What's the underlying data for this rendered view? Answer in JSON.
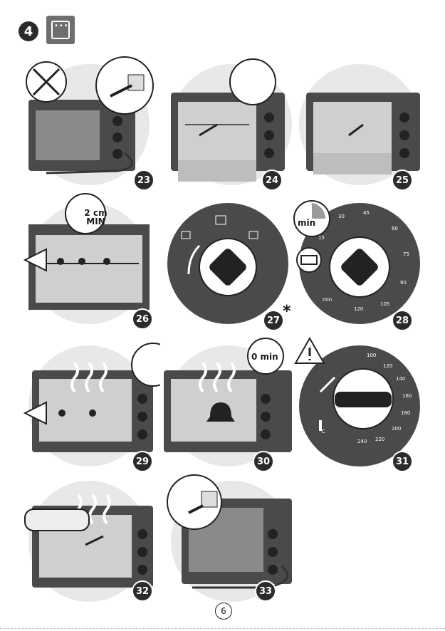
{
  "header": {
    "step_number": "4",
    "icon": "oven-top-heat-icon"
  },
  "panels": [
    {
      "number": "23",
      "icon": "oven-unplugged-plug-in-icon"
    },
    {
      "number": "24",
      "icon": "oven-insert-rack-icon"
    },
    {
      "number": "25",
      "icon": "oven-insert-tray-icon"
    },
    {
      "number": "26",
      "icon": "oven-rack-distance-icon",
      "label_top": "2 cm",
      "label_bottom": "MIN"
    },
    {
      "number": "27",
      "icon": "function-selector-dial-icon",
      "note": "*"
    },
    {
      "number": "28",
      "icon": "timer-dial-icon",
      "timer_label": "min",
      "unit": "min",
      "ticks": [
        "15",
        "30",
        "45",
        "60",
        "75",
        "90",
        "105",
        "120"
      ]
    },
    {
      "number": "29",
      "icon": "oven-heating-watch-icon"
    },
    {
      "number": "30",
      "icon": "oven-timer-bell-icon",
      "timer_label": "0 min"
    },
    {
      "number": "31",
      "icon": "thermostat-dial-off-icon",
      "unit": "°C",
      "ticks": [
        "100",
        "120",
        "140",
        "160",
        "180",
        "200",
        "220",
        "240"
      ]
    },
    {
      "number": "32",
      "icon": "oven-remove-food-icon"
    },
    {
      "number": "33",
      "icon": "oven-unplug-icon"
    }
  ],
  "page_number": "6",
  "colors": {
    "dark": "#2b2b2b",
    "light_grey": "#e8e8e8",
    "mid_grey": "#9a9a9a"
  }
}
